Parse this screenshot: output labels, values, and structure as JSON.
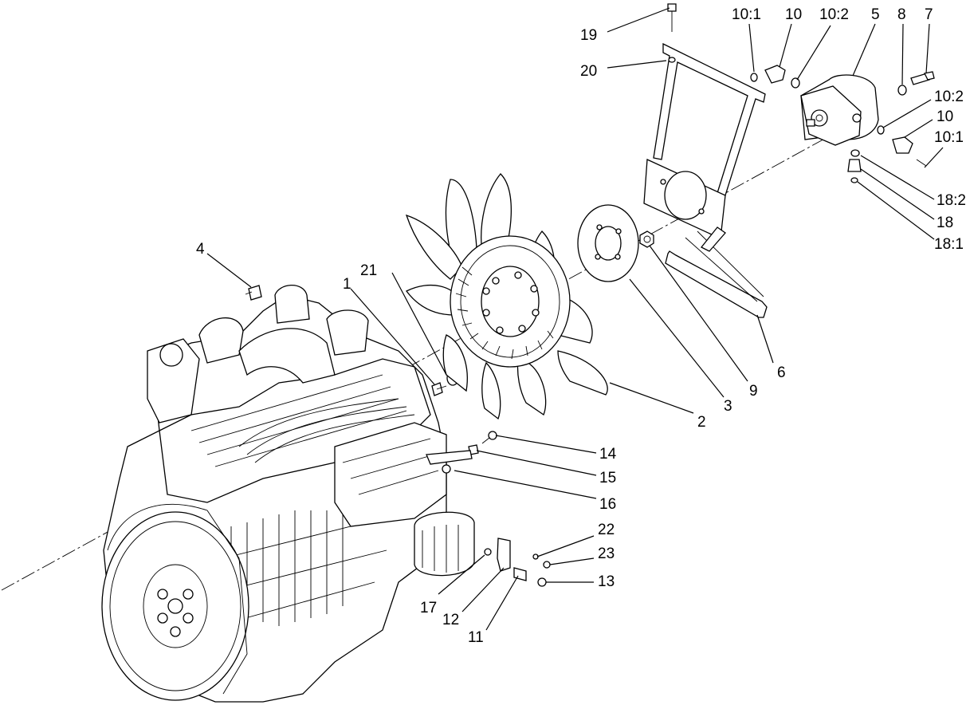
{
  "diagram": {
    "callouts": [
      {
        "id": "c19",
        "label": "19"
      },
      {
        "id": "c20",
        "label": "20"
      },
      {
        "id": "c10-1a",
        "label": "10:1"
      },
      {
        "id": "c10a",
        "label": "10"
      },
      {
        "id": "c10-2a",
        "label": "10:2"
      },
      {
        "id": "c5",
        "label": "5"
      },
      {
        "id": "c8",
        "label": "8"
      },
      {
        "id": "c7",
        "label": "7"
      },
      {
        "id": "c10-2b",
        "label": "10:2"
      },
      {
        "id": "c10b",
        "label": "10"
      },
      {
        "id": "c10-1b",
        "label": "10:1"
      },
      {
        "id": "c18-2",
        "label": "18:2"
      },
      {
        "id": "c18",
        "label": "18"
      },
      {
        "id": "c18-1",
        "label": "18:1"
      },
      {
        "id": "c4",
        "label": "4"
      },
      {
        "id": "c21",
        "label": "21"
      },
      {
        "id": "c1",
        "label": "1"
      },
      {
        "id": "c3",
        "label": "3"
      },
      {
        "id": "c9",
        "label": "9"
      },
      {
        "id": "c6",
        "label": "6"
      },
      {
        "id": "c2",
        "label": "2"
      },
      {
        "id": "c14",
        "label": "14"
      },
      {
        "id": "c15",
        "label": "15"
      },
      {
        "id": "c16",
        "label": "16"
      },
      {
        "id": "c22",
        "label": "22"
      },
      {
        "id": "c23",
        "label": "23"
      },
      {
        "id": "c13",
        "label": "13"
      },
      {
        "id": "c17",
        "label": "17"
      },
      {
        "id": "c12",
        "label": "12"
      },
      {
        "id": "c11",
        "label": "11"
      }
    ]
  }
}
